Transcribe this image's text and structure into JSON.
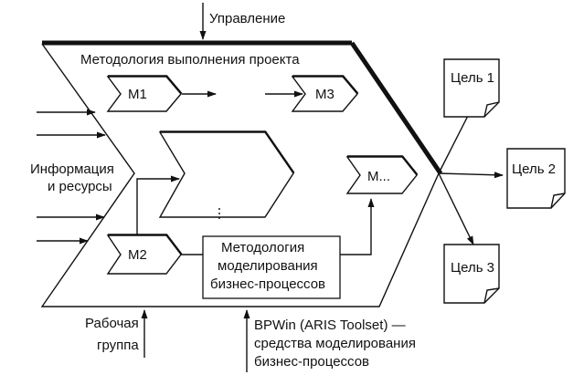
{
  "control_label": "Управление",
  "inner_title": "Методология выполнения проекта",
  "inputs_label": [
    "Информация",
    "и ресурсы"
  ],
  "process_m1": "М1",
  "process_m2": "М2",
  "process_m3": "М3",
  "process_m_more": "М...",
  "modeling_method": [
    "Методология",
    "моделирования",
    "бизнес-процессов"
  ],
  "mechanism_team": [
    "Рабочая",
    "группа"
  ],
  "mechanism_tools": [
    "BPWin (ARIS Toolset) —",
    "средства моделирования",
    "бизнес-процессов"
  ],
  "goals": [
    "Цель 1",
    "Цель 2",
    "Цель 3"
  ]
}
